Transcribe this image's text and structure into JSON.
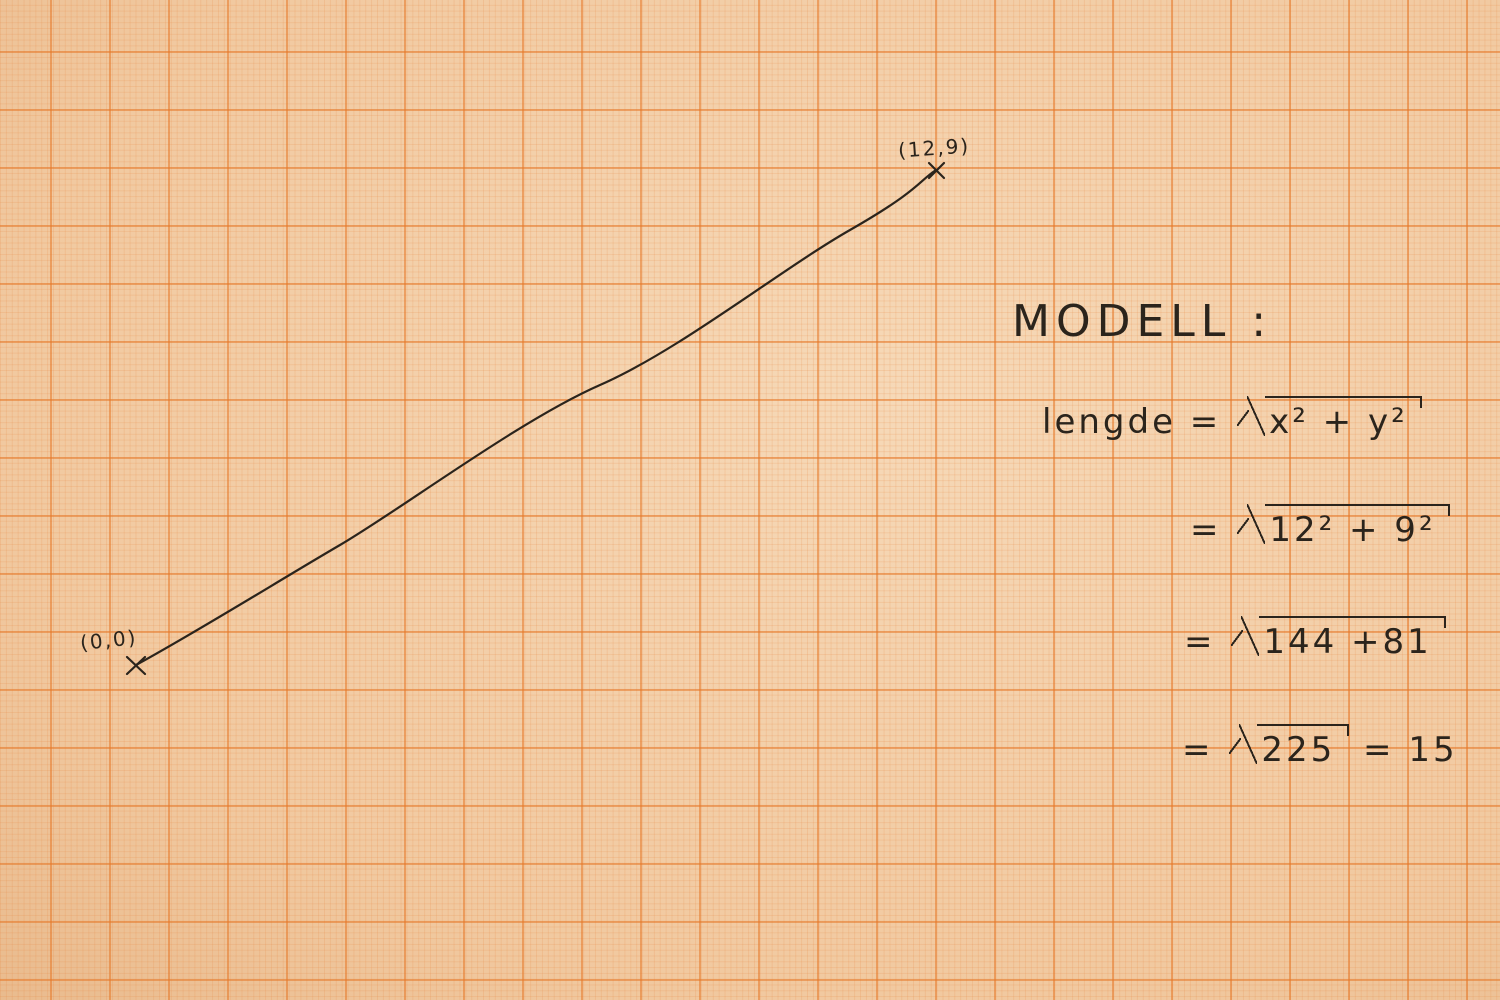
{
  "points": {
    "origin_label": "(0,0)",
    "end_label": "(12,9)"
  },
  "model": {
    "heading": "MODELL :",
    "line1_left": "lengde =",
    "line1_radicand": "x² + y²",
    "line2_left": "=",
    "line2_radicand": "12² + 9²",
    "line3_left": "=",
    "line3_radicand": "144 +81",
    "line4_left": "=",
    "line4_radicand": "225",
    "line4_right": "= 15"
  },
  "colors": {
    "paper": "#f3cfa8",
    "grid": "#e6782a",
    "ink": "#2b241c"
  }
}
